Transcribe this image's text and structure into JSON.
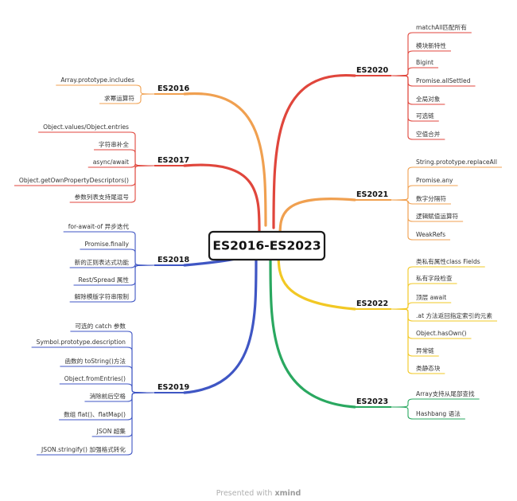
{
  "center_title": "ES2016-ES2023",
  "footer": {
    "prefix": "Presented with",
    "brand": "xmind"
  },
  "branches": [
    {
      "id": "es2016",
      "label": "ES2016",
      "side": "left",
      "color": "#f0a050",
      "items": [
        "Array.prototype.includes",
        "求幂运算符"
      ]
    },
    {
      "id": "es2017",
      "label": "ES2017",
      "side": "left",
      "color": "#e0463c",
      "items": [
        "Object.values/Object.entries",
        "字符串补全",
        "async/await",
        "Object.getOwnPropertyDescriptors()",
        "参数列表支持尾逗号"
      ]
    },
    {
      "id": "es2018",
      "label": "ES2018",
      "side": "left",
      "color": "#3f56c4",
      "items": [
        "for-await-of 异步迭代",
        "Promise.finally",
        "新的正则表达式功能",
        "Rest/Spread 属性",
        "解除模版字符串限制"
      ]
    },
    {
      "id": "es2019",
      "label": "ES2019",
      "side": "left",
      "color": "#3f56c4",
      "items": [
        "可选的 catch 参数",
        "Symbol.prototype.description",
        "函数的 toString()方法",
        "Object.fromEntries()",
        "消除前后空格",
        "数组 flat()、flatMap()",
        "JSON 超集",
        "JSON.stringify() 加强格式转化"
      ]
    },
    {
      "id": "es2020",
      "label": "ES2020",
      "side": "right",
      "color": "#e0463c",
      "items": [
        "matchAll匹配所有",
        "模块新特性",
        "Bigint",
        "Promise.allSettled",
        "全局对象",
        "可选链",
        "空值合并"
      ]
    },
    {
      "id": "es2021",
      "label": "ES2021",
      "side": "right",
      "color": "#f0a050",
      "items": [
        "String.prototype.replaceAll",
        "Promise.any",
        "数字分隔符",
        "逻辑赋值运算符",
        "WeakRefs"
      ]
    },
    {
      "id": "es2022",
      "label": "ES2022",
      "side": "right",
      "color": "#f2c824",
      "items": [
        "类私有属性class Fields",
        "私有字段检查",
        "顶层 await",
        ".at 方法返回指定索引的元素",
        "Object.hasOwn()",
        "异常链",
        "类静态块"
      ]
    },
    {
      "id": "es2023",
      "label": "ES2023",
      "side": "right",
      "color": "#2aa860",
      "items": [
        "Array支持从尾部查找",
        "Hashbang 语法"
      ]
    }
  ]
}
